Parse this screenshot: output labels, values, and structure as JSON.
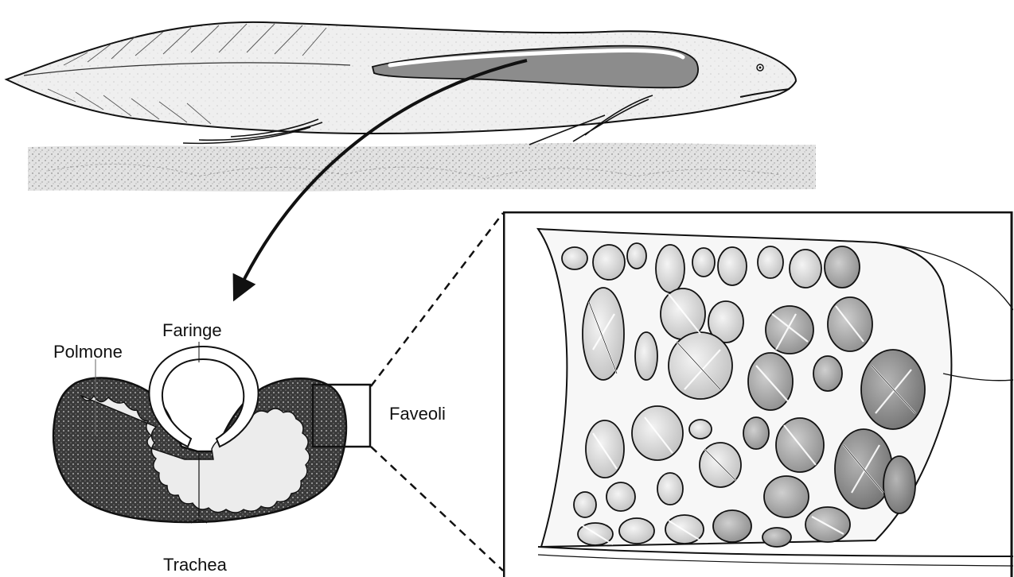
{
  "labels": {
    "faringe": "Faringe",
    "polmone": "Polmone",
    "faveoli": "Faveoli",
    "trachea": "Trachea"
  },
  "colors": {
    "ink": "#111111",
    "body_fill": "#ececec",
    "lung_dark": "#8c8c8c",
    "ground": "#d9d9d9",
    "faveolus_light": "#f4f4f4",
    "faveolus_dark": "#9a9a9a"
  }
}
